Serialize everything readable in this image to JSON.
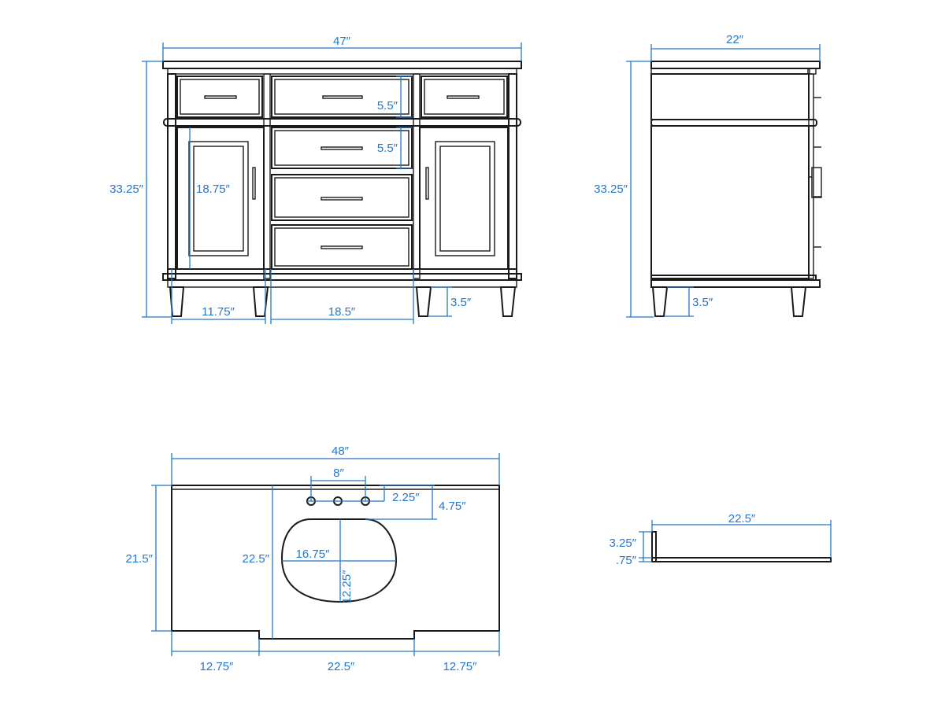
{
  "colors": {
    "outline": "#1a1a1a",
    "dimension": "#2478c8",
    "background": "#ffffff"
  },
  "cabinet_front": {
    "width": "47″",
    "height": "33.25″",
    "top_drawer_height": "5.5″",
    "second_drawer_height": "5.5″",
    "door_height": "18.75″",
    "door_width": "11.75″",
    "drawer_width": "18.5″",
    "leg_height": "3.5″"
  },
  "cabinet_side": {
    "depth": "22″",
    "height": "33.25″",
    "leg_height": "3.5″"
  },
  "countertop": {
    "width": "48″",
    "depth": "21.5″",
    "faucet_spread": "8″",
    "faucet_setback": "2.25″",
    "sink_setback": "4.75″",
    "cabinet_opening_depth": "22.5″",
    "sink_width": "16.75″",
    "sink_depth": "12.25″",
    "left_margin": "12.75″",
    "center_width": "22.5″",
    "right_margin": "12.75″"
  },
  "backsplash": {
    "length": "22.5″",
    "height": "3.25″",
    "thickness": ".75″"
  }
}
